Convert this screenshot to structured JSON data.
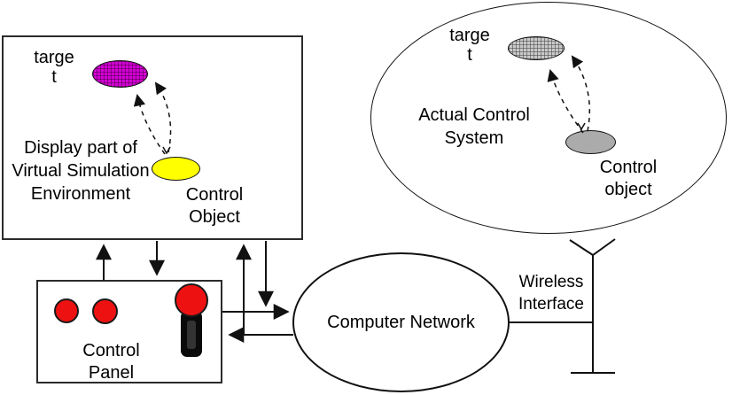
{
  "display_env": {
    "target": {
      "line1": "targe",
      "line2": "t"
    },
    "label": {
      "line1": "Display part of",
      "line2": "Virtual Simulation",
      "line3": "Environment"
    },
    "control_object": {
      "line1": "Control",
      "line2": "Object"
    }
  },
  "actual_system": {
    "target": {
      "line1": "targe",
      "line2": "t"
    },
    "label": {
      "line1": "Actual Control",
      "line2": "System"
    },
    "control_object": {
      "line1": "Control",
      "line2": "object"
    }
  },
  "control_panel": {
    "label": {
      "line1": "Control",
      "line2": "Panel"
    }
  },
  "network": {
    "label": "Computer Network"
  },
  "wireless": {
    "label": {
      "line1": "Wireless",
      "line2": "Interface"
    }
  },
  "colors": {
    "virtual_target_fill": "#d400d4",
    "virtual_control_object_fill": "#ffff00",
    "actual_target_fill": "#c9c9c9",
    "actual_control_object_fill": "#ababab",
    "panel_button_fill": "#ee1111",
    "line_color": "#111111"
  }
}
